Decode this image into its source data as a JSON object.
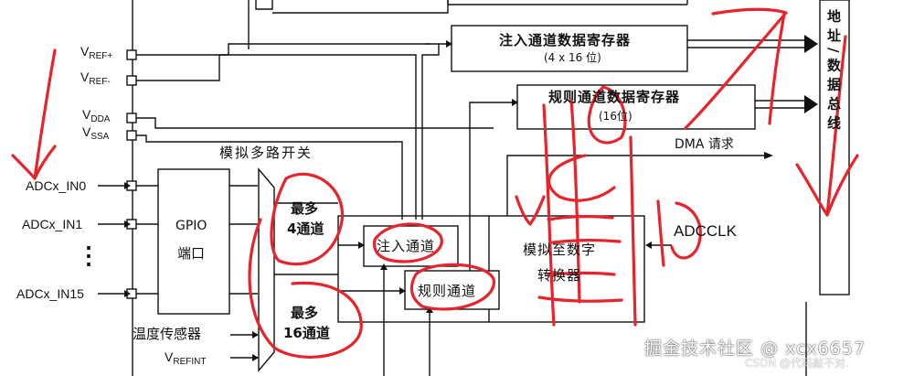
{
  "pins": {
    "vref_plus": {
      "main": "V",
      "sub": "REF+"
    },
    "vref_minus": {
      "main": "V",
      "sub": "REF-"
    },
    "vdda": {
      "main": "V",
      "sub": "DDA"
    },
    "vssa": {
      "main": "V",
      "sub": "SSA"
    },
    "in0": "ADCx_IN0",
    "in1": "ADCx_IN1",
    "in_dots": "⋮",
    "in15": "ADCx_IN15"
  },
  "labels": {
    "analog_mux": "模拟多路开关",
    "gpio_line1": "GPIO",
    "gpio_line2": "端口",
    "temp_sensor": "温度传感器",
    "vrefint": {
      "main": "V",
      "sub": "REFINT"
    },
    "injected_reg_line1": "注入通道数据寄存器",
    "injected_reg_line2": "(4 x 16 位)",
    "regular_reg_line1": "规则通道数据寄存器",
    "regular_reg_line2": "(16位)",
    "dma_request": "DMA 请求",
    "address_bus": "地址/数据总线",
    "mux_injected_line1": "最多",
    "mux_injected_line2": "4通道",
    "mux_regular_line1": "最多",
    "mux_regular_line2": "16通道",
    "injected_channel": "注入通道",
    "regular_channel": "规则通道",
    "adc_line1": "模拟至数字",
    "adc_line2": "转换器",
    "adcclk": "ADCCLK"
  },
  "watermark": {
    "main": "掘金技术社区 @ xcx6657",
    "sub": "CSDN @代码敲不对."
  },
  "colors": {
    "line": "#111111",
    "annotation": "#e8232b",
    "background": "#ffffff"
  }
}
